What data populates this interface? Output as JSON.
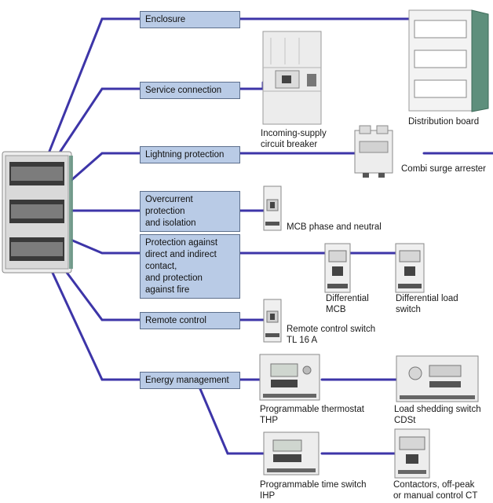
{
  "functions": [
    {
      "label": "Enclosure"
    },
    {
      "label": "Service connection"
    },
    {
      "label": "Lightning protection"
    },
    {
      "label": "Overcurrent\nprotection\nand isolation"
    },
    {
      "label": "Protection against\ndirect and indirect\ncontact,\nand protection\nagainst fire"
    },
    {
      "label": "Remote control"
    },
    {
      "label": "Energy management"
    }
  ],
  "devices": [
    {
      "caption": "Distribution board"
    },
    {
      "caption": "Incoming-supply\ncircuit breaker"
    },
    {
      "caption": "Combi surge arrester"
    },
    {
      "caption": "MCB phase and neutral"
    },
    {
      "caption": "Differential\nMCB"
    },
    {
      "caption": "Differential load\nswitch"
    },
    {
      "caption": "Remote control switch\nTL 16 A"
    },
    {
      "caption": "Programmable thermostat\nTHP"
    },
    {
      "caption": "Load shedding switch\nCDSt"
    },
    {
      "caption": "Programmable time switch\nIHP"
    },
    {
      "caption": "Contactors, off-peak\nor manual control CT"
    }
  ],
  "colors": {
    "wire": "#3d35a8",
    "box_fill": "#b9cbe6",
    "box_border": "#5d6f8c",
    "device_body": "#f1f1f1",
    "device_outline": "#8a8a8a",
    "enclosure_door": "#5e8f7c"
  }
}
